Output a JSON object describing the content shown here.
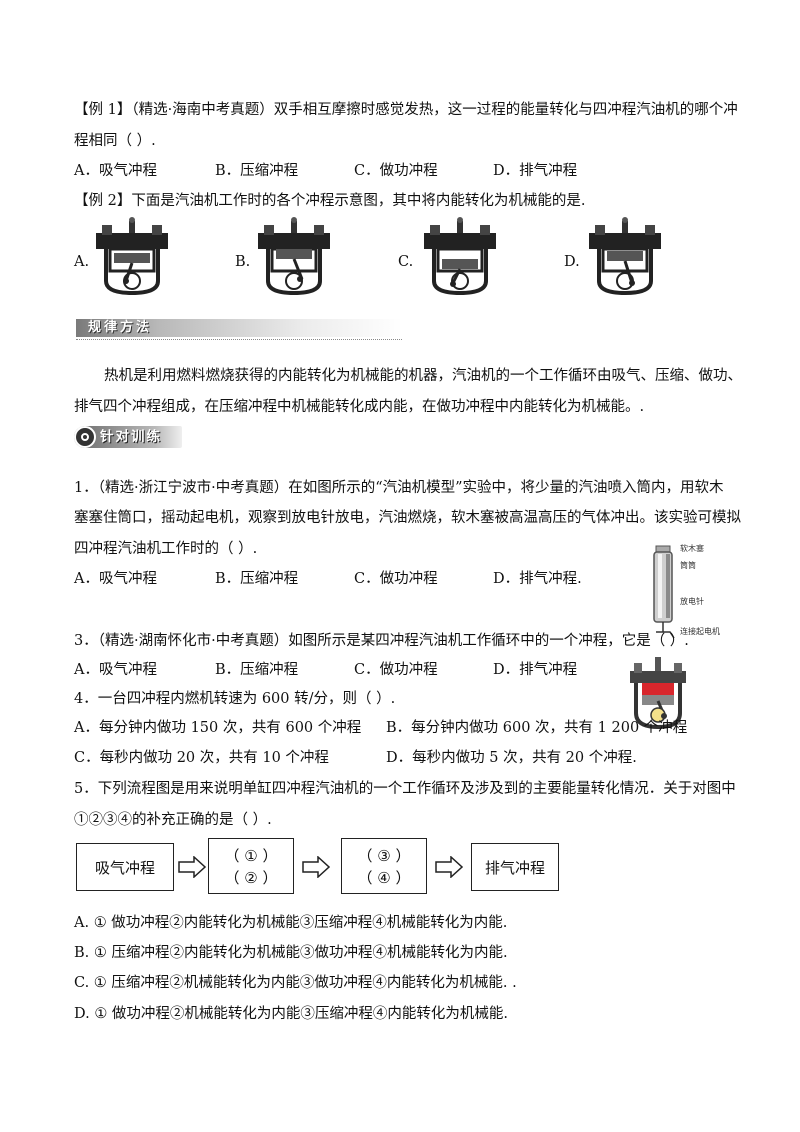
{
  "example1": {
    "line1": "【例 1】（精选·海南中考真题）双手相互摩擦时感觉发热，这一过程的能量转化与四冲程汽油机的哪个冲",
    "line2": "程相同（        ）.",
    "options": [
      "A．吸气冲程",
      "B．压缩冲程",
      "C．做功冲程",
      "D．排气冲程"
    ]
  },
  "example2": {
    "line1": "【例 2】下面是汽油机工作时的各个冲程示意图，其中将内能转化为机械能的是.",
    "options": [
      "A.",
      "B.",
      "C.",
      "D."
    ]
  },
  "method": {
    "banner": "规律方法",
    "para1": "热机是利用燃料燃烧获得的内能转化为机械能的机器，汽油机的一个工作循环由吸气、压缩、做功、",
    "para2": "排气四个冲程组成，在压缩冲程中机械能转化成内能，在做功冲程中内能转化为机械能。."
  },
  "training": {
    "banner": "针对训练"
  },
  "q1": {
    "line1": "1．（精选·浙江宁波市·中考真题）在如图所示的“汽油机模型”实验中，将少量的汽油喷入筒内，用软木",
    "line2": "塞塞住筒口，摇动起电机，观察到放电针放电，汽油燃烧，软木塞被高温高压的气体冲出。该实验可模拟",
    "line3": "四冲程汽油机工作时的（        ）.",
    "options": [
      "A．吸气冲程",
      "B．压缩冲程",
      "C．做功冲程",
      "D．排气冲程."
    ],
    "figure_labels": [
      "软木塞",
      "筒筒",
      "放电针",
      "连接起电机"
    ]
  },
  "q3": {
    "line1": "3．（精选·湖南怀化市·中考真题）如图所示是某四冲程汽油机工作循环中的一个冲程，它是（        ）.",
    "options": [
      "A．吸气冲程",
      "B．压缩冲程",
      "C．做功冲程",
      "D．排气冲程"
    ]
  },
  "q4": {
    "line1": "4．一台四冲程内燃机转速为 600 转/分，则（        ）.",
    "optA": "A．每分钟内做功 150 次，共有 600 个冲程",
    "optB": "B．每分钟内做功 600 次，共有 1 200 个冲程",
    "optC": "C．每秒内做功 20 次，共有 10 个冲程",
    "optD": "D．每秒内做功 5 次，共有 20 个冲程."
  },
  "q5": {
    "line1": "5．下列流程图是用来说明单缸四冲程汽油机的一个工作循环及涉及到的主要能量转化情况．关于对图中",
    "line2": "①②③④的补充正确的是（  ）.",
    "flow": {
      "box1": "吸气冲程",
      "box2_top": "（   ①   ）",
      "box2_bottom": "（   ②   ）",
      "box3_top": "（   ③   ）",
      "box3_bottom": "（   ④   ）",
      "box4": "排气冲程"
    },
    "optA": "A. ① 做功冲程②内能转化为机械能③压缩冲程④机械能转化为内能.",
    "optB": "B. ① 压缩冲程②内能转化为机械能③做功冲程④机械能转化为内能.",
    "optC": "C. ① 压缩冲程②机械能转化为内能③做功冲程④内能转化为机械能. .",
    "optD": "D. ① 做功冲程②机械能转化为内能③压缩冲程④内能转化为机械能."
  }
}
